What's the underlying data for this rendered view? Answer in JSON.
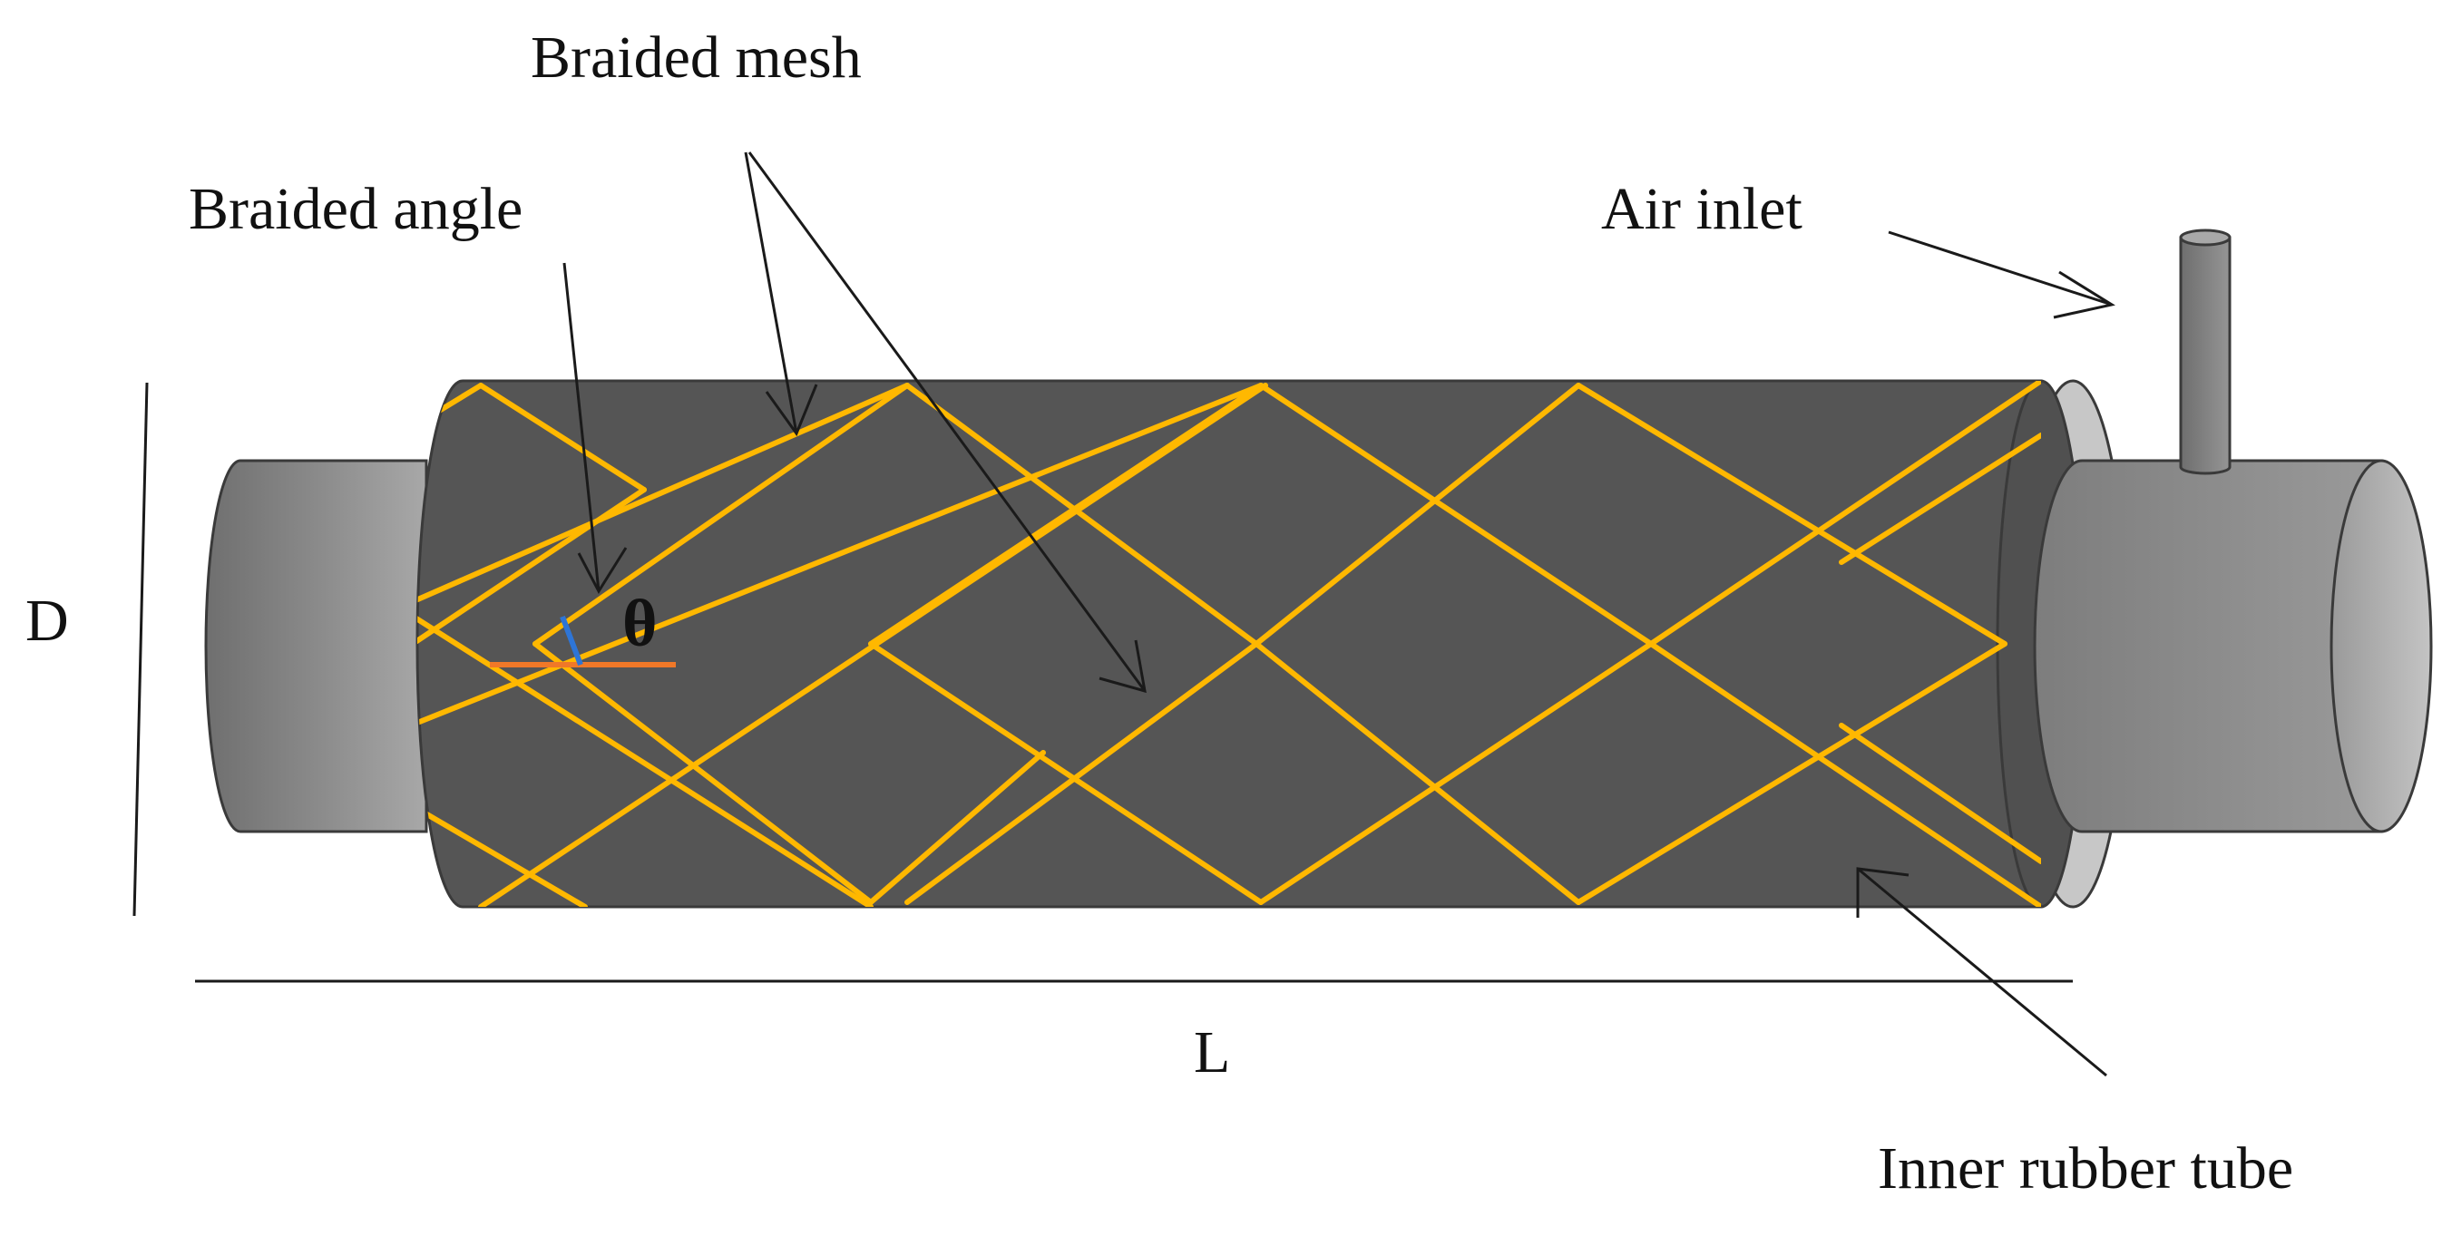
{
  "labels": {
    "braided_mesh": "Braided mesh",
    "braided_angle": "Braided angle",
    "air_inlet": "Air inlet",
    "theta": "θ",
    "diameter": "D",
    "length": "L",
    "inner_rubber_tube": "Inner rubber tube"
  },
  "colors": {
    "tube_body": "#555555",
    "tube_edge": "#3a3a3a",
    "braid": "#FFB800",
    "end_cap": "#8f8f8f",
    "angle_reference": "#F07828",
    "angle_arc": "#2E75D6"
  }
}
